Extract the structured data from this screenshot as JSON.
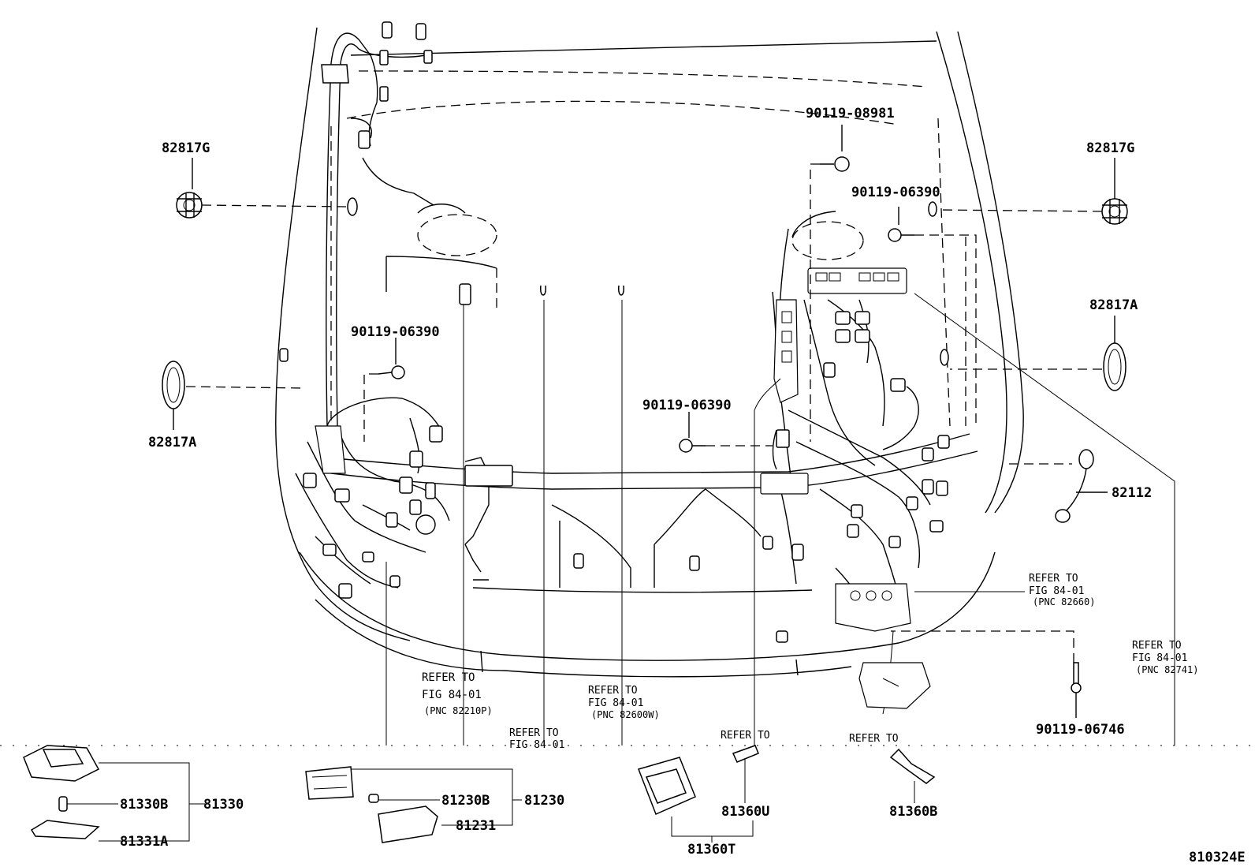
{
  "figure_code": "810324E",
  "part_labels": {
    "grommet_left_top": "82817G",
    "grommet_right_top": "82817G",
    "grommet_left_oval": "82817A",
    "grommet_right_oval": "82817A",
    "bolt_upper_right": "90119-08981",
    "bolt_right_mid": "90119-06390",
    "bolt_left": "90119-06390",
    "bolt_center": "90119-06390",
    "bolt_lower_right": "90119-06746",
    "sensor_wire": "82112",
    "lamp_assy": "81330",
    "lamp_bulb": "81330B",
    "lamp_lens": "81331A",
    "map_lamp_assy": "81230",
    "map_lamp_bulb": "81230B",
    "map_lamp_lens": "81231",
    "socket_assy": "81360T",
    "bulb_u": "81360U",
    "bulb_b": "81360B"
  },
  "refer_notes": [
    {
      "line1": "REFER TO",
      "line2": "FIG 84-01",
      "line3": "(PNC 82210P)"
    },
    {
      "line1": "REFER TO",
      "line2": "FIG 84-01",
      "line3": ""
    },
    {
      "line1": "REFER TO",
      "line2": "FIG 84-01",
      "line3": "(PNC 82600W)"
    },
    {
      "line1": "REFER TO",
      "line2": "",
      "line3": ""
    },
    {
      "line1": "REFER TO",
      "line2": "",
      "line3": ""
    },
    {
      "line1": "REFER TO",
      "line2": "FIG 84-01",
      "line3": "(PNC 82660)"
    },
    {
      "line1": "REFER TO",
      "line2": "FIG 84-01",
      "line3": "(PNC 82741)"
    }
  ]
}
